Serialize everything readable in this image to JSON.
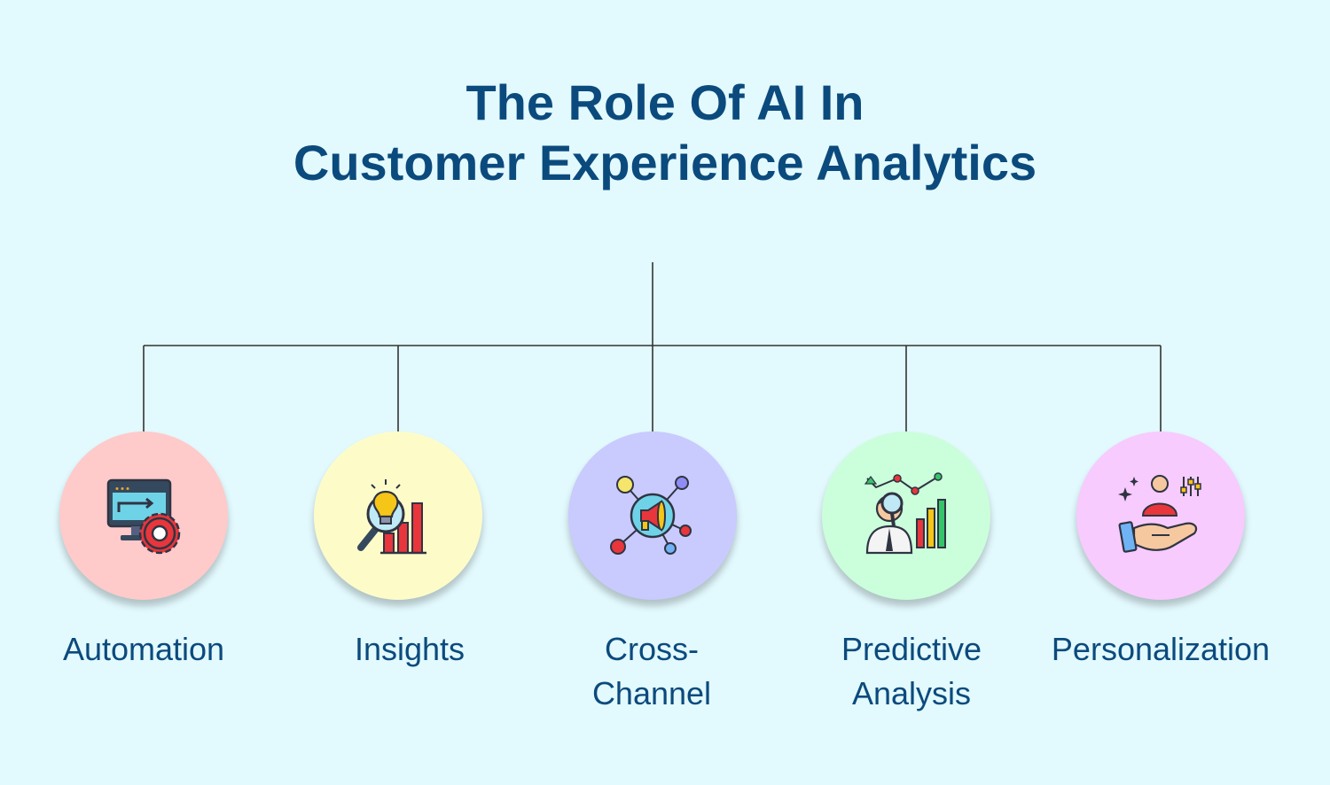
{
  "title": {
    "line1": "The Role Of AI In",
    "line2": "Customer Experience Analytics"
  },
  "colors": {
    "background": "#e2f9fd",
    "title": "#0b4a7d",
    "connector": "#333333"
  },
  "nodes": [
    {
      "label_line1": "Automation",
      "label_line2": "",
      "color": "#ffcaca",
      "icon": "monitor-gear-icon"
    },
    {
      "label_line1": "Insights",
      "label_line2": "",
      "color": "#fdfcc9",
      "icon": "lightbulb-magnifier-chart-icon"
    },
    {
      "label_line1": "Cross-",
      "label_line2": "Channel",
      "color": "#c9cafe",
      "icon": "megaphone-network-icon"
    },
    {
      "label_line1": "Predictive",
      "label_line2": "Analysis",
      "color": "#cbfedb",
      "icon": "analyst-chart-icon"
    },
    {
      "label_line1": "Personalization",
      "label_line2": "",
      "color": "#f7cbfd",
      "icon": "hand-user-settings-icon"
    }
  ]
}
